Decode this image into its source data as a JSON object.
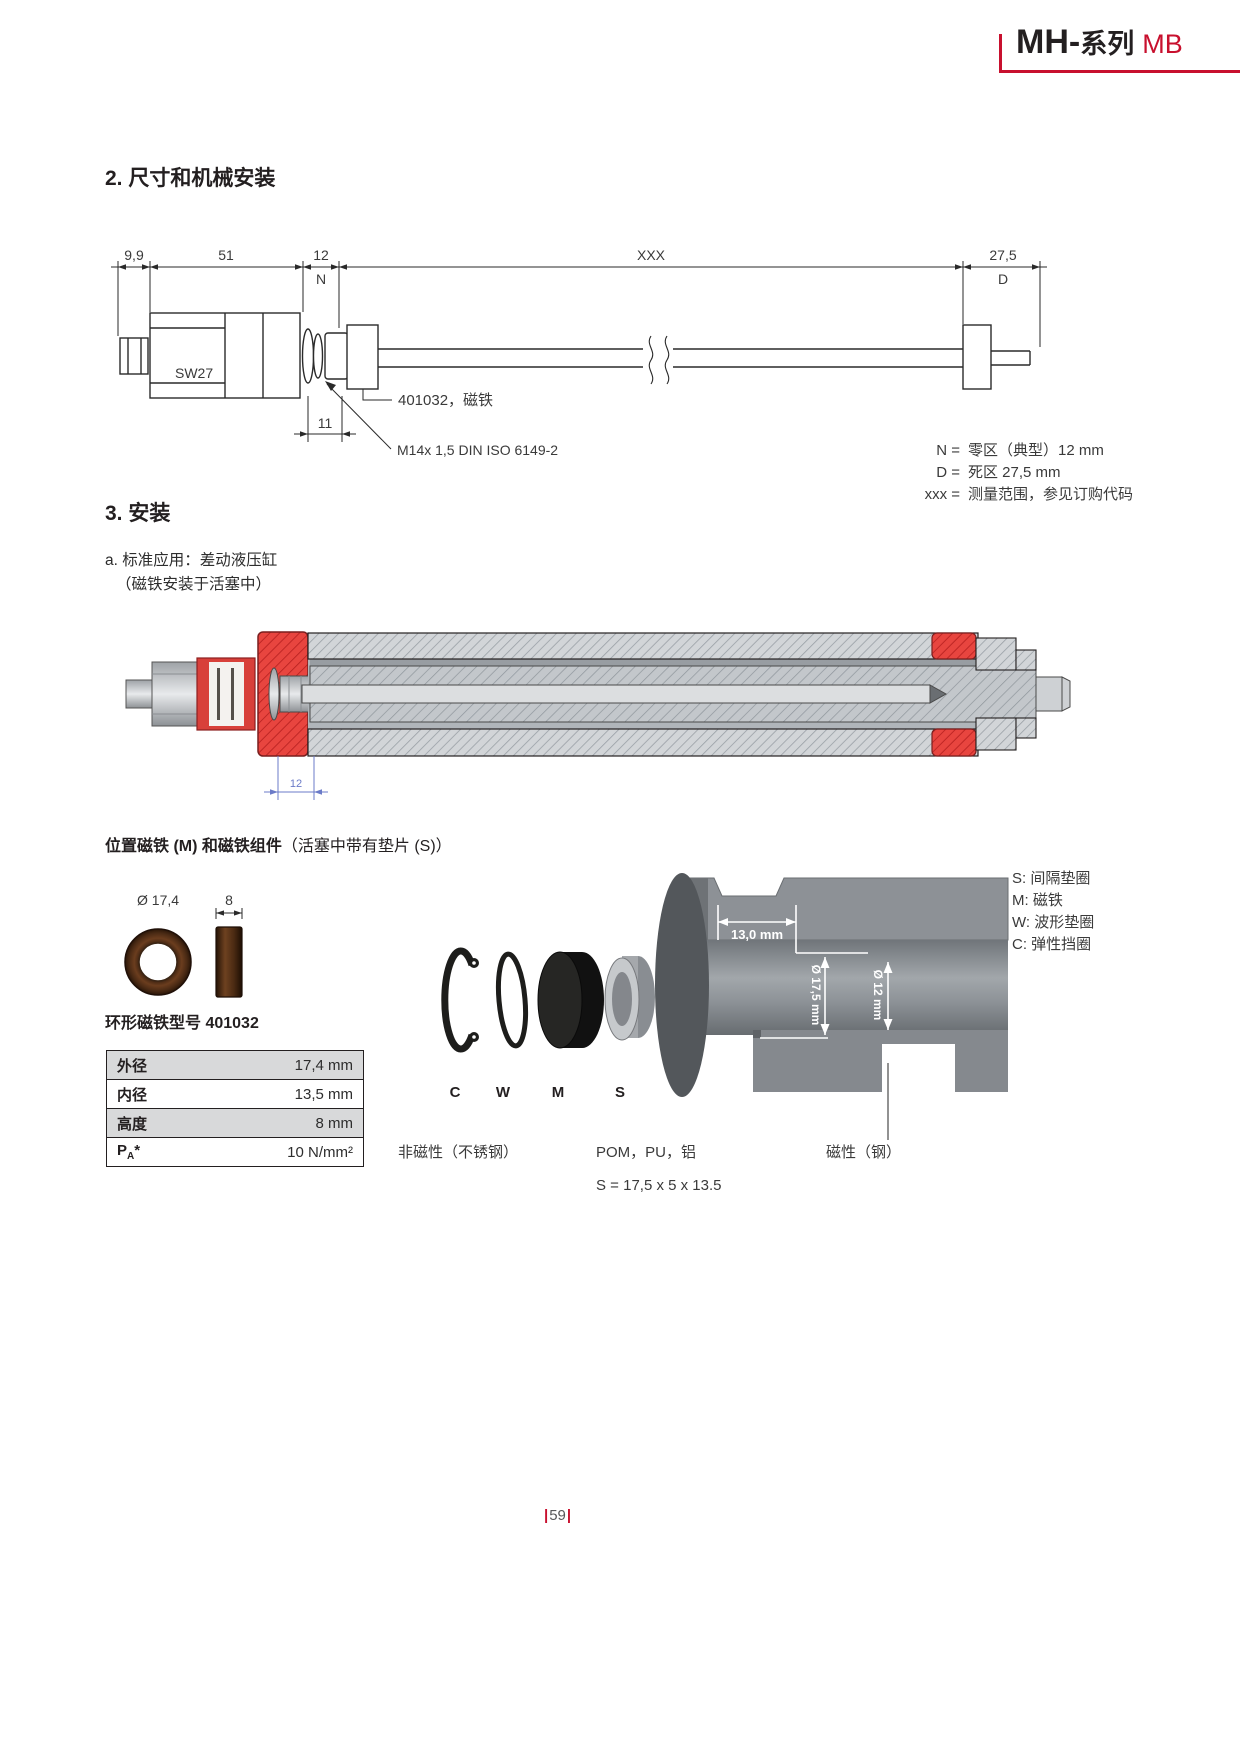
{
  "header": {
    "title_main": "MH-",
    "title_series": "系列",
    "title_variant": "MB"
  },
  "section_dimensions": {
    "heading": "2. 尺寸和机械安装",
    "drawing": {
      "dim_9_9": "9,9",
      "dim_51": "51",
      "dim_12": "12",
      "dim_n": "N",
      "dim_xxx": "XXX",
      "dim_27_5": "27,5",
      "dim_d": "D",
      "dim_11": "11",
      "wrench_label": "SW27",
      "magnet_callout": "401032，磁铁",
      "thread_callout": "M14x 1,5 DIN ISO 6149-2"
    },
    "notes": [
      {
        "term": "N =",
        "desc": "零区（典型）12 mm"
      },
      {
        "term": "D =",
        "desc": "死区 27,5 mm"
      },
      {
        "term": "xxx =",
        "desc": "测量范围，参见订购代码"
      }
    ]
  },
  "section_install": {
    "heading": "3. 安装",
    "application_line1": "a. 标准应用：差动液压缸",
    "application_line2": "（磁铁安装于活塞中）",
    "cylinder_dim": "12"
  },
  "magnet_section": {
    "heading_bold": "位置磁铁 (M) 和磁铁组件",
    "heading_rest": "（活塞中带有垫片 (S)）",
    "ring_outer_dia": "Ø 17,4",
    "ring_height": "8",
    "model_caption": "环形磁铁型号 401032",
    "table": {
      "rows": [
        {
          "label": "外径",
          "value": "17,4 mm"
        },
        {
          "label": "内径",
          "value": "13,5 mm"
        },
        {
          "label": "高度",
          "value": "8 mm"
        },
        {
          "label": "P",
          "label_sub": "A",
          "label_star": "*",
          "value": "10 N/mm²"
        }
      ]
    },
    "exploded": {
      "dim_groove": "13,0 mm",
      "dim_od": "Ø 17,5 mm",
      "dim_id": "Ø 12 mm",
      "letters": [
        "C",
        "W",
        "M",
        "S"
      ],
      "legend": [
        "S: 间隔垫圈",
        "M: 磁铁",
        "W: 波形垫圈",
        "C: 弹性挡圈"
      ],
      "material_nonmagnetic": "非磁性（不锈钢）",
      "material_pom": "POM，PU，铝",
      "material_magnetic": "磁性（钢）",
      "spacer_size": "S = 17,5 x 5 x 13.5"
    }
  },
  "footer": {
    "bar_left": "|",
    "page": "59",
    "bar_right": "|"
  }
}
